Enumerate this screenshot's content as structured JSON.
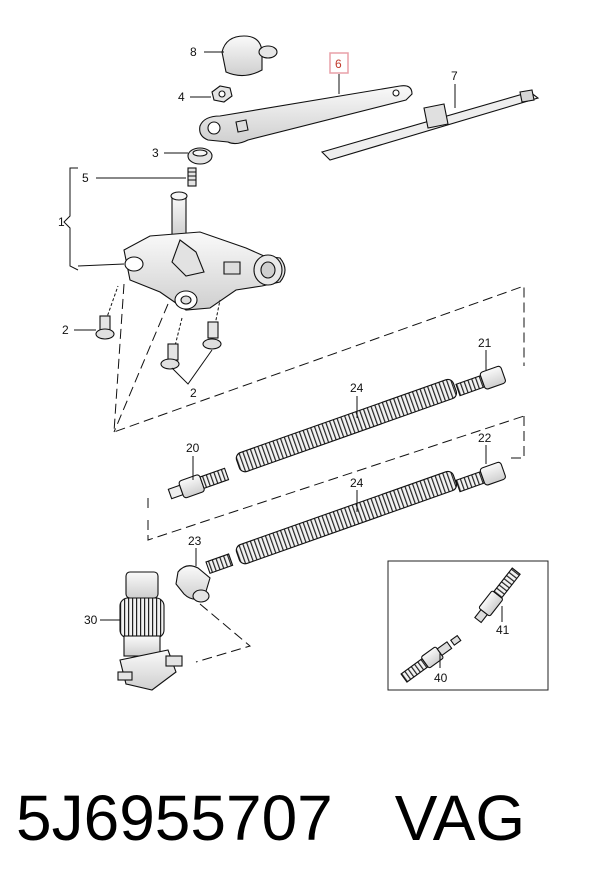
{
  "callouts": {
    "c1": "1",
    "c2a": "2",
    "c2b": "2",
    "c3": "3",
    "c4": "4",
    "c5": "5",
    "c6": "6",
    "c7": "7",
    "c8": "8",
    "c20": "20",
    "c21": "21",
    "c22": "22",
    "c23": "23",
    "c24a": "24",
    "c24b": "24",
    "c30": "30",
    "c40": "40",
    "c41": "41"
  },
  "highlight_color": "#e8a0a8",
  "caption": {
    "part_number": "5J6955707",
    "brand": "VAG"
  }
}
